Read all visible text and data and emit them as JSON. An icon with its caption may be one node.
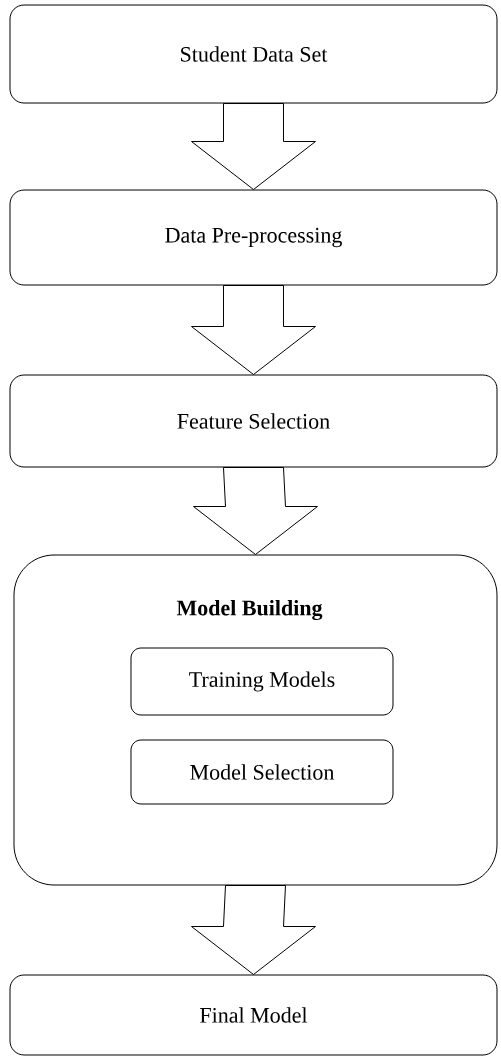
{
  "diagram": {
    "nodes": [
      {
        "text": [
          "Student Data Set"
        ]
      },
      {
        "text": [
          "Data Pre-processing"
        ]
      },
      {
        "text": [
          "Feature Selection"
        ]
      },
      {
        "text": [
          "Model Building"
        ]
      },
      {
        "text": [
          "Training Models"
        ],
        "in": 3
      },
      {
        "text": [
          "Model Selection"
        ],
        "in": 3
      },
      {
        "text": [
          "Final Model"
        ]
      }
    ],
    "edges": [
      {
        "from": 0,
        "to": 1,
        "arrow": "to"
      },
      {
        "from": 1,
        "to": 2,
        "arrow": "to"
      },
      {
        "from": 2,
        "to": 3,
        "arrow": "to"
      },
      {
        "from": 3,
        "to": 6,
        "arrow": "to"
      }
    ]
  }
}
